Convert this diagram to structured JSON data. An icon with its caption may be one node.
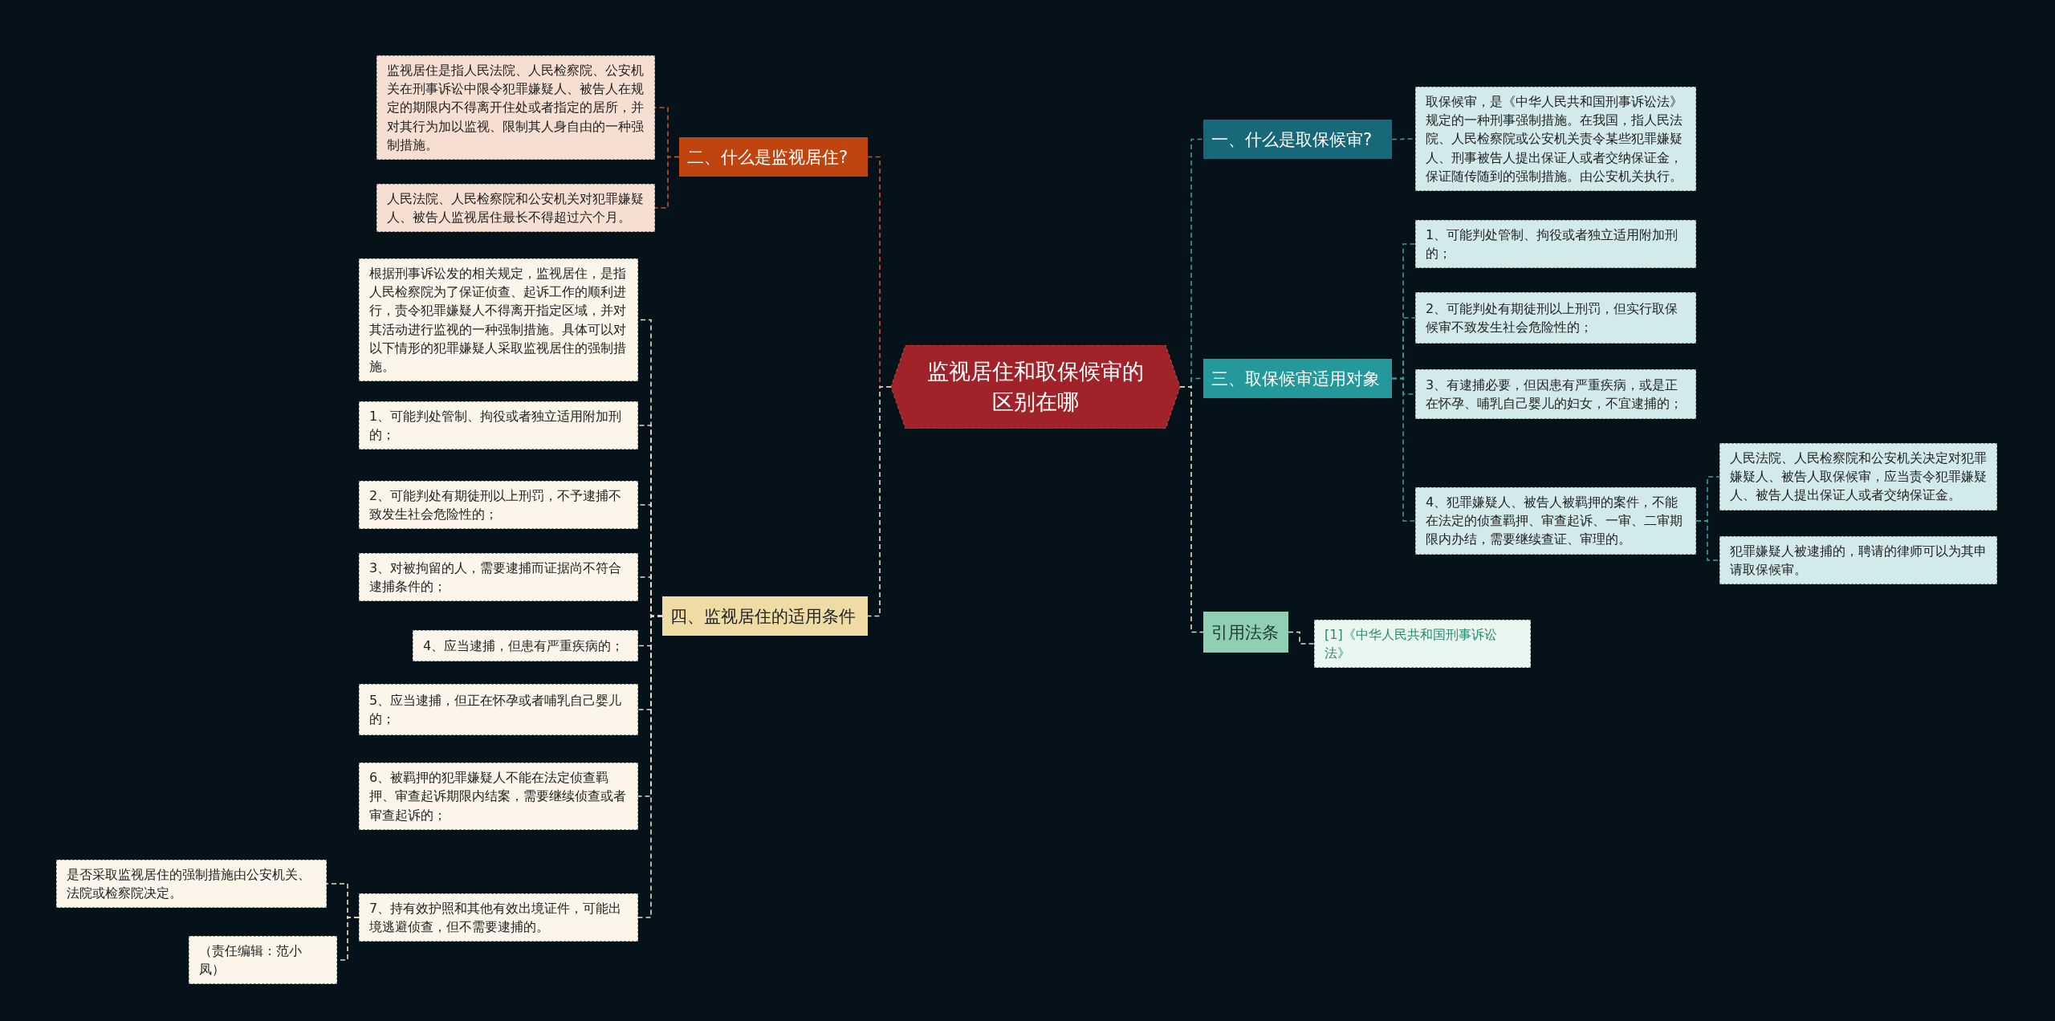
{
  "diagram": {
    "nodes": [
      {
        "text": [
          "监视居住和取保候审的区别在哪"
        ]
      },
      {
        "text": [
          "二、什么是监视居住?"
        ]
      },
      {
        "text": [
          "监视居住是指人民法院、人民检察院、公安机关在刑事诉讼中限令犯罪嫌疑人、被告人在规定的期限内不得离开住处或者指定的居所，并对其行为加以监视、限制其人身自由的一种强制措施。"
        ]
      },
      {
        "text": [
          "人民法院、人民检察院和公安机关对犯罪嫌疑人、被告人监视居住最长不得超过六个月。"
        ]
      },
      {
        "text": [
          "四、监视居住的适用条件"
        ]
      },
      {
        "text": [
          "根据刑事诉讼发的相关规定，监视居住，是指人民检察院为了保证侦查、起诉工作的顺利进行，责令犯罪嫌疑人不得离开指定区域，并对其活动进行监视的一种强制措施。具体可以对以下情形的犯罪嫌疑人采取监视居住的强制措施。"
        ]
      },
      {
        "text": [
          "1、可能判处管制、拘役或者独立适用附加刑的；"
        ]
      },
      {
        "text": [
          "2、可能判处有期徒刑以上刑罚，不予逮捕不致发生社会危险性的；"
        ]
      },
      {
        "text": [
          "3、对被拘留的人，需要逮捕而证据尚不符合逮捕条件的；"
        ]
      },
      {
        "text": [
          "4、应当逮捕，但患有严重疾病的；"
        ]
      },
      {
        "text": [
          "5、应当逮捕，但正在怀孕或者哺乳自己婴儿的；"
        ]
      },
      {
        "text": [
          "6、被羁押的犯罪嫌疑人不能在法定侦查羁押、审查起诉期限内结案，需要继续侦查或者审查起诉的；"
        ]
      },
      {
        "text": [
          "7、持有效护照和其他有效出境证件，可能出境逃避侦查，但不需要逮捕的。"
        ]
      },
      {
        "text": [
          "是否采取监视居住的强制措施由公安机关、法院或检察院决定。"
        ]
      },
      {
        "text": [
          "（责任编辑：范小凤）"
        ]
      },
      {
        "text": [
          "一、什么是取保候审?"
        ]
      },
      {
        "text": [
          "取保候审，是《中华人民共和国刑事诉讼法》规定的一种刑事强制措施。在我国，指人民法院、人民检察院或公安机关责令某些犯罪嫌疑人、刑事被告人提出保证人或者交纳保证金，保证随传随到的强制措施。由公安机关执行。"
        ]
      },
      {
        "text": [
          "三、取保候审适用对象"
        ]
      },
      {
        "text": [
          "1、可能判处管制、拘役或者独立适用附加刑的；"
        ]
      },
      {
        "text": [
          "2、可能判处有期徒刑以上刑罚，但实行取保候审不致发生社会危险性的；"
        ]
      },
      {
        "text": [
          "3、有逮捕必要，但因患有严重疾病，或是正在怀孕、哺乳自己婴儿的妇女，不宜逮捕的；"
        ]
      },
      {
        "text": [
          "4、犯罪嫌疑人、被告人被羁押的案件，不能在法定的侦查羁押、审查起诉、一审、二审期限内办结，需要继续查证、审理的。"
        ]
      },
      {
        "text": [
          "人民法院、人民检察院和公安机关决定对犯罪嫌疑人、被告人取保候审，应当责令犯罪嫌疑人、被告人提出保证人或者交纳保证金。"
        ]
      },
      {
        "text": [
          "犯罪嫌疑人被逮捕的，聘请的律师可以为其申请取保候审。"
        ]
      },
      {
        "text": [
          "引用法条"
        ]
      },
      {
        "text": [
          "[1]《中华人民共和国刑事诉讼法》"
        ]
      }
    ],
    "edges": [
      {
        "from": 0,
        "to": 1,
        "arrow": "none",
        "style": "dashed",
        "color": "#c8501e"
      },
      {
        "from": 1,
        "to": 2,
        "arrow": "none",
        "style": "dashed",
        "color": "#c8501e"
      },
      {
        "from": 1,
        "to": 3,
        "arrow": "none",
        "style": "dashed",
        "color": "#c8501e"
      },
      {
        "from": 0,
        "to": 4,
        "arrow": "none",
        "style": "dashed"
      },
      {
        "from": 4,
        "to": 5,
        "arrow": "none",
        "style": "dashed"
      },
      {
        "from": 4,
        "to": 6,
        "arrow": "none",
        "style": "dashed"
      },
      {
        "from": 4,
        "to": 7,
        "arrow": "none",
        "style": "dashed"
      },
      {
        "from": 4,
        "to": 8,
        "arrow": "none",
        "style": "dashed"
      },
      {
        "from": 4,
        "to": 9,
        "arrow": "none",
        "style": "dashed"
      },
      {
        "from": 4,
        "to": 10,
        "arrow": "none",
        "style": "dashed"
      },
      {
        "from": 4,
        "to": 11,
        "arrow": "none",
        "style": "dashed"
      },
      {
        "from": 4,
        "to": 12,
        "arrow": "none",
        "style": "dashed"
      },
      {
        "from": 12,
        "to": 13,
        "arrow": "none",
        "style": "dashed"
      },
      {
        "from": 12,
        "to": 14,
        "arrow": "none",
        "style": "dashed"
      },
      {
        "from": 0,
        "to": 15,
        "arrow": "none",
        "style": "dashed",
        "color": "#3a9a9a"
      },
      {
        "from": 15,
        "to": 16,
        "arrow": "none",
        "style": "dashed",
        "color": "#3a9a9a"
      },
      {
        "from": 0,
        "to": 17,
        "arrow": "none",
        "style": "dashed",
        "color": "#3a9a9a"
      },
      {
        "from": 17,
        "to": 18,
        "arrow": "none",
        "style": "dashed",
        "color": "#3a9a9a"
      },
      {
        "from": 17,
        "to": 19,
        "arrow": "none",
        "style": "dashed",
        "color": "#3a9a9a"
      },
      {
        "from": 17,
        "to": 20,
        "arrow": "none",
        "style": "dashed",
        "color": "#3a9a9a"
      },
      {
        "from": 17,
        "to": 21,
        "arrow": "none",
        "style": "dashed",
        "color": "#3a9a9a"
      },
      {
        "from": 21,
        "to": 22,
        "arrow": "none",
        "style": "dashed",
        "color": "#3a9a9a"
      },
      {
        "from": 21,
        "to": 23,
        "arrow": "none",
        "style": "dashed",
        "color": "#3a9a9a"
      },
      {
        "from": 0,
        "to": 24,
        "arrow": "none",
        "style": "dashed"
      },
      {
        "from": 24,
        "to": 25,
        "arrow": "none",
        "style": "dashed"
      }
    ]
  }
}
